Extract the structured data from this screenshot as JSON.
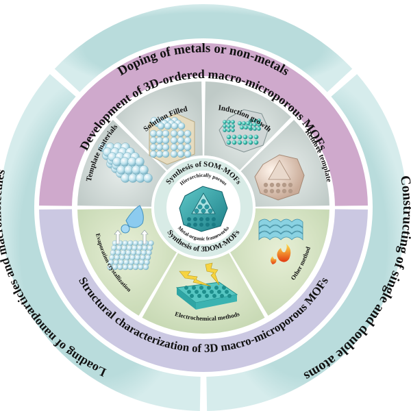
{
  "title": "3D-ordered macro-microporous MOFs overview",
  "outer_ring": {
    "segments": [
      {
        "id": "doping",
        "label": "Doping of metals or non-metals"
      },
      {
        "id": "constructing",
        "label": "Constructing of single and double atoms"
      },
      {
        "id": "loading",
        "label": "Loading of nanoparticles and macromolecules"
      }
    ],
    "color": "#c2e1e0"
  },
  "middle_ring": {
    "top": {
      "label": "Development of 3D-ordered macro-microporous MOFs",
      "color": "#cfa9cc"
    },
    "bottom": {
      "label": "Structural characterization of 3D macro-microporous MOFs",
      "color": "#cbc8e2"
    }
  },
  "inner_sections": {
    "som": {
      "label": "Synthesis of SOM-MOFs",
      "color": "#c9d3d0",
      "steps": [
        {
          "label": "Template materials",
          "icon": "sphere-stack-icon"
        },
        {
          "label": "Solution Filled",
          "icon": "filled-cube-icon"
        },
        {
          "label": "Induction growth",
          "icon": "polyhedron-growth-icon"
        },
        {
          "label": "Remove template",
          "icon": "porous-polyhedron-icon"
        }
      ]
    },
    "dom": {
      "label": "Synthesis of 3DOM-MOFs",
      "color": "#dbe6cc",
      "steps": [
        {
          "label": "Evaporation crystallization",
          "icon": "droplet-evaporation-icon"
        },
        {
          "label": "Electrochemical methods",
          "icon": "lightning-film-icon"
        },
        {
          "label": "Other method",
          "icon": "flame-framework-icon"
        }
      ]
    }
  },
  "center": {
    "top_label": "Hierarchically porous",
    "bottom_label": "Metal-organic frameworks",
    "icon": "porous-mof-crystal-icon"
  }
}
